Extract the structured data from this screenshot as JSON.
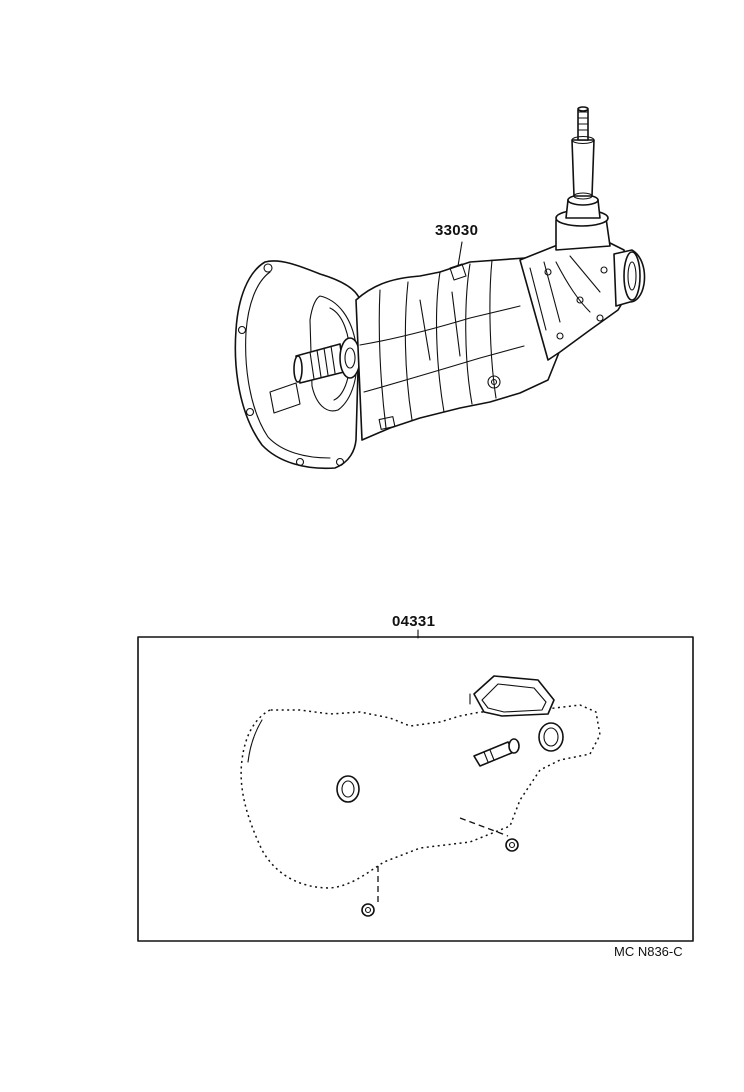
{
  "diagram": {
    "part_labels": {
      "transmission_assembly": "33030",
      "gasket_kit": "04331"
    },
    "figure_code": "MC N836-C"
  }
}
